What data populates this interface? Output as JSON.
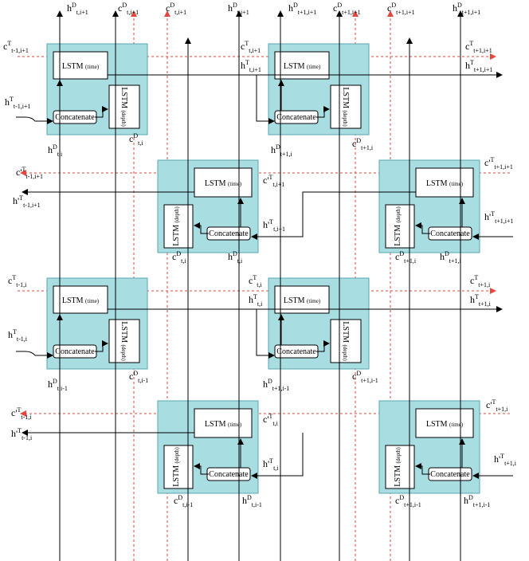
{
  "box_labels": {
    "lstm_time_main": "LSTM",
    "lstm_time_sub": "(time)",
    "lstm_depth_main": "LSTM",
    "lstm_depth_sub": "(depth)",
    "concat": "Concatenate"
  },
  "labels": {
    "top_hd_ti1": {
      "base": "h",
      "sup": "D",
      "sub": "t,i+1"
    },
    "top_cd_ti1": {
      "base": "c",
      "sup": "D",
      "sub": "t,i+1"
    },
    "top_cd_ti1_b": {
      "base": "c",
      "sup": "D",
      "sub": "t,i+1"
    },
    "top_hd_ti1_b": {
      "base": "h",
      "sup": "D",
      "sub": "t,i+1"
    },
    "top_hd_t1i1": {
      "base": "h",
      "sup": "D",
      "sub": "t+1,i+1"
    },
    "top_cd_t1i1": {
      "base": "c",
      "sup": "D",
      "sub": "t+1,i+1"
    },
    "top_cd_t1i1_b": {
      "base": "c",
      "sup": "D",
      "sub": "t+1,i+1"
    },
    "top_hd_t1i1_b": {
      "base": "h",
      "sup": "D",
      "sub": "t+1,i+1"
    },
    "l_ct_tm1i1": {
      "base": "c",
      "sup": "T",
      "sub": "t-1,i+1"
    },
    "l_ht_tm1i1": {
      "base": "h",
      "sup": "T",
      "sub": "t-1,i+1"
    },
    "m_ct_ti1": {
      "base": "c",
      "sup": "T",
      "sub": "t,i+1"
    },
    "m_ht_ti1": {
      "base": "h",
      "sup": "T",
      "sub": "t,i+1"
    },
    "r_ct_t1i1": {
      "base": "c",
      "sup": "T",
      "sub": "t+1,i+1"
    },
    "r_ht_t1i1": {
      "base": "h",
      "sup": "T",
      "sub": "t+1,i+1"
    },
    "hd_ti_1": {
      "base": "h",
      "sup": "D",
      "sub": "t,i"
    },
    "cd_ti_1": {
      "base": "c",
      "sup": "D",
      "sub": "t,i"
    },
    "hd_t1i_1": {
      "base": "h",
      "sup": "D",
      "sub": "t+1,i"
    },
    "cd_t1i_1": {
      "base": "c",
      "sup": "D",
      "sub": "t+1,i"
    },
    "cpt_tm1i1": {
      "base": "c'",
      "sup": "T",
      "sub": "t-1,i+1"
    },
    "hpt_tm1i1": {
      "base": "h'",
      "sup": "T",
      "sub": "t-1,i+1"
    },
    "cpt_ti1": {
      "base": "c'",
      "sup": "T",
      "sub": "t,i+1"
    },
    "hpt_ti1": {
      "base": "h'",
      "sup": "T",
      "sub": "t,i+1"
    },
    "cpt_t1i1": {
      "base": "c'",
      "sup": "T",
      "sub": "t+1,i+1"
    },
    "hpt_t1i1": {
      "base": "h'",
      "sup": "T",
      "sub": "t+1,i+1"
    },
    "cd_ti_2": {
      "base": "c",
      "sup": "D",
      "sub": "t,i"
    },
    "hd_ti_2": {
      "base": "h",
      "sup": "D",
      "sub": "t,i"
    },
    "cd_t1i_2": {
      "base": "c",
      "sup": "D",
      "sub": "t+1,i"
    },
    "hd_t1i_2": {
      "base": "h",
      "sup": "D",
      "sub": "t+1,i"
    },
    "l_ct_tm1i": {
      "base": "c",
      "sup": "T",
      "sub": "t-1,i"
    },
    "l_ht_tm1i": {
      "base": "h",
      "sup": "T",
      "sub": "t-1,i"
    },
    "m_ct_ti": {
      "base": "c",
      "sup": "T",
      "sub": "t,i"
    },
    "m_ht_ti": {
      "base": "h",
      "sup": "T",
      "sub": "t,i"
    },
    "r_ct_t1i": {
      "base": "c",
      "sup": "T",
      "sub": "t+1,i"
    },
    "r_ht_t1i": {
      "base": "h",
      "sup": "T",
      "sub": "t+1,i"
    },
    "hd_tim1": {
      "base": "h",
      "sup": "D",
      "sub": "t,i-1"
    },
    "cd_tim1": {
      "base": "c",
      "sup": "D",
      "sub": "t,i-1"
    },
    "hd_t1im1": {
      "base": "h",
      "sup": "D",
      "sub": "t+1,i-1"
    },
    "cd_t1im1": {
      "base": "c",
      "sup": "D",
      "sub": "t+1,i-1"
    },
    "cpt_tm1i": {
      "base": "c'",
      "sup": "T",
      "sub": "t-1,i"
    },
    "hpt_tm1i": {
      "base": "h'",
      "sup": "T",
      "sub": "t-1,i"
    },
    "cpt_ti": {
      "base": "c'",
      "sup": "T",
      "sub": "t,i"
    },
    "hpt_ti": {
      "base": "h'",
      "sup": "T",
      "sub": "t,i"
    },
    "cpt_t1i": {
      "base": "c'",
      "sup": "T",
      "sub": "t+1,i"
    },
    "hpt_t1i": {
      "base": "h'",
      "sup": "T",
      "sub": "t+1,i"
    },
    "cd_tim1_b": {
      "base": "c",
      "sup": "D",
      "sub": "t,i-1"
    },
    "hd_tim1_b": {
      "base": "h",
      "sup": "D",
      "sub": "t,i-1"
    },
    "cd_t1im1_b": {
      "base": "c",
      "sup": "D",
      "sub": "t+1,i-1"
    },
    "hd_t1im1_b": {
      "base": "h",
      "sup": "D",
      "sub": "t+1,i-1"
    }
  }
}
